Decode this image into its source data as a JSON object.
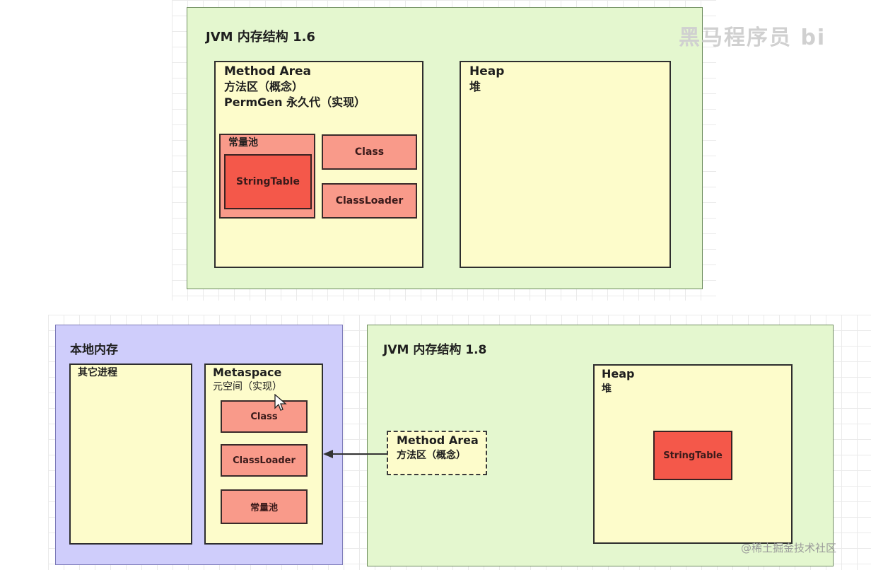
{
  "jvm16": {
    "title": "JVM 内存结构 1.6",
    "method_area": {
      "line1": "Method Area",
      "line2": "方法区（概念）",
      "line3": "PermGen 永久代（实现）"
    },
    "constant_pool": "常量池",
    "string_table": "StringTable",
    "class": "Class",
    "class_loader": "ClassLoader",
    "heap": {
      "line1": "Heap",
      "line2": "堆"
    }
  },
  "native": {
    "title": "本地内存",
    "other_process": "其它进程",
    "metaspace": {
      "line1": "Metaspace",
      "line2": "元空间（实现）"
    },
    "class": "Class",
    "class_loader": "ClassLoader",
    "constant_pool": "常量池"
  },
  "jvm18": {
    "title": "JVM 内存结构 1.8",
    "method_area": {
      "line1": "Method Area",
      "line2": "方法区（概念）"
    },
    "heap": {
      "line1": "Heap",
      "line2": "堆"
    },
    "string_table": "StringTable"
  },
  "watermark_top": "黑马程序员 bi",
  "credit": "@稀土掘金技术社区",
  "colors": {
    "jvm_bg": "#e4f7cf",
    "native_bg": "#cfcdfb",
    "area_bg": "#fdfccb",
    "salmon": "#f99a8a",
    "red": "#f4584a"
  }
}
